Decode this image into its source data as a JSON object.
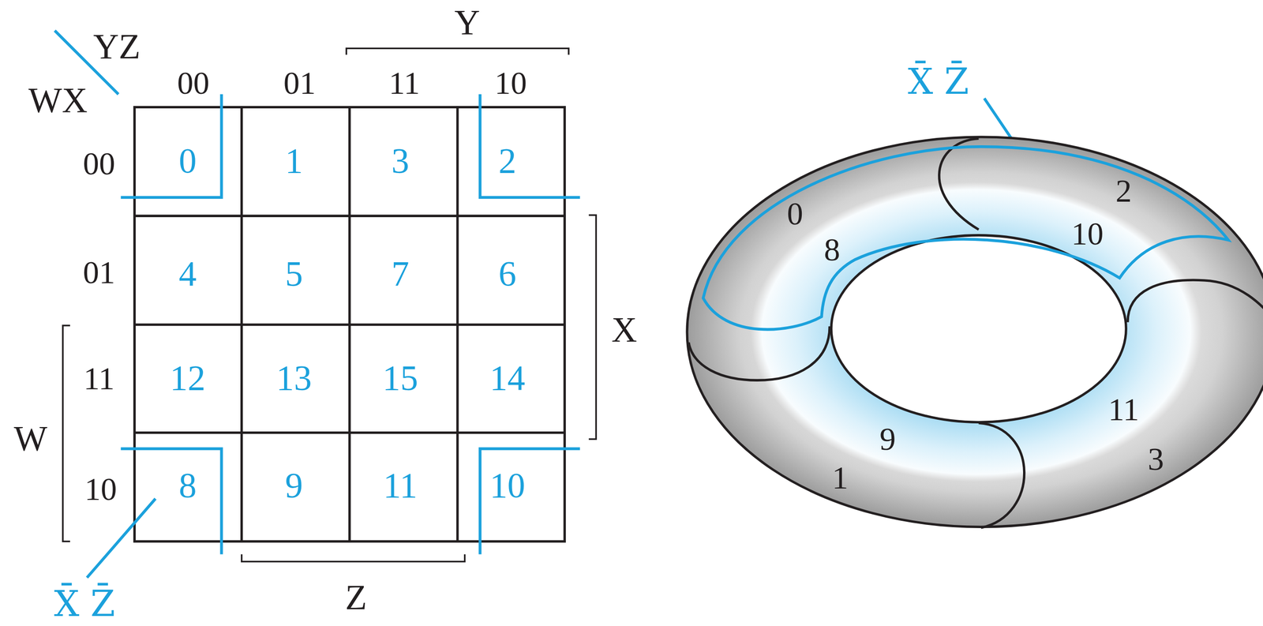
{
  "diagram": {
    "labels": [
      "YZ",
      "WX",
      "Y",
      "00",
      "01",
      "11",
      "10",
      "00",
      "01",
      "11",
      "10",
      "X",
      "W",
      "0",
      "1",
      "3",
      "2",
      "4",
      "5",
      "7",
      "6",
      "12",
      "13",
      "15",
      "14",
      "8",
      "9",
      "11",
      "10",
      "Z",
      "X̄ Z̄",
      "X̄ Z̄",
      "0",
      "2",
      "8",
      "10",
      "11",
      "3",
      "9",
      "1"
    ]
  }
}
